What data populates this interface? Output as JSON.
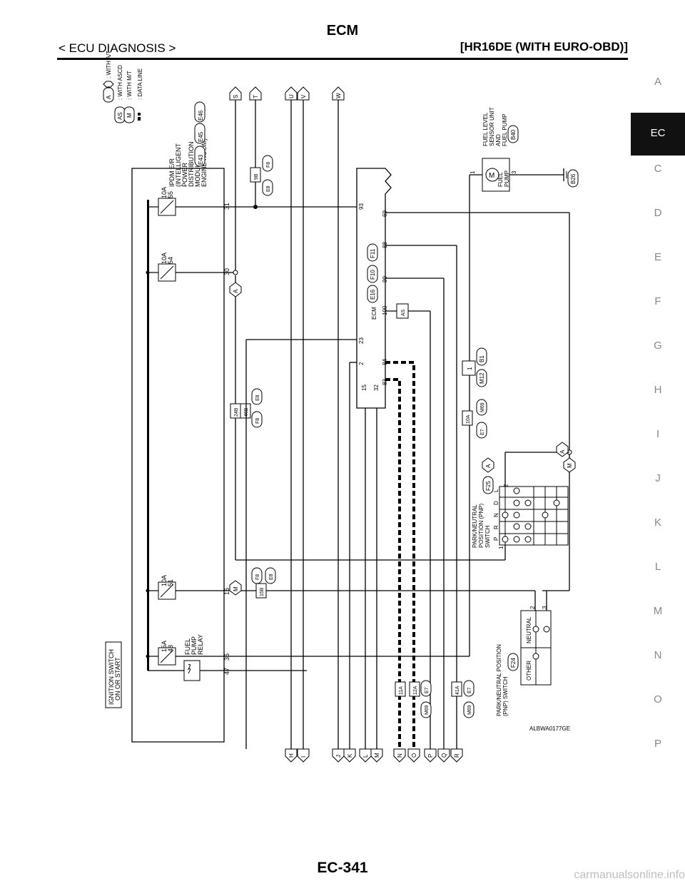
{
  "header": {
    "section_title": "ECM",
    "breadcrumb": "< ECU DIAGNOSIS >",
    "engine": "[HR16DE (WITH EURO-OBD)]"
  },
  "page_number": "EC-341",
  "watermark": "carmanualsonline.info",
  "side_tabs": [
    {
      "label": "A",
      "active": false
    },
    {
      "label": "EC",
      "active": true
    },
    {
      "label": "C",
      "active": false
    },
    {
      "label": "D",
      "active": false
    },
    {
      "label": "E",
      "active": false
    },
    {
      "label": "F",
      "active": false
    },
    {
      "label": "G",
      "active": false
    },
    {
      "label": "H",
      "active": false
    },
    {
      "label": "I",
      "active": false
    },
    {
      "label": "J",
      "active": false
    },
    {
      "label": "K",
      "active": false
    },
    {
      "label": "L",
      "active": false
    },
    {
      "label": "M",
      "active": false
    },
    {
      "label": "N",
      "active": false
    },
    {
      "label": "O",
      "active": false
    },
    {
      "label": "P",
      "active": false
    }
  ],
  "diagram": {
    "figure_id": "ALBWA0177GE",
    "legend": [
      {
        "tag": "A",
        "text": ": WITH A/T"
      },
      {
        "tag": "AS",
        "text": ": WITH ASCD"
      },
      {
        "tag": "M",
        "text": ": WITH M/T"
      },
      {
        "tag": "",
        "text": ": DATA LINE"
      }
    ],
    "ipdm": {
      "lines": [
        "IPDM E/R",
        "(INTELLIGENT",
        "POWER",
        "DISTRIBUTION",
        "MODULE",
        "ENGINE ROOM)"
      ],
      "connectors": [
        "E43",
        "E45",
        "E46"
      ],
      "fuses": [
        {
          "rating": "15A",
          "number": "48"
        },
        {
          "rating": "10A",
          "number": "51"
        },
        {
          "rating": "10A",
          "number": "54"
        },
        {
          "rating": "10A",
          "number": "55"
        }
      ],
      "terminals": [
        "47",
        "36",
        "16",
        "30",
        "31"
      ],
      "ignition_switch": [
        "IGNITION SWITCH",
        "ON OR START"
      ],
      "relay": [
        "FUEL",
        "PUMP",
        "RELAY"
      ]
    },
    "ecm": {
      "label": "ECM",
      "connectors": [
        "E16",
        "F10",
        "F11"
      ],
      "top_terminals": [
        "2",
        "23",
        "93"
      ],
      "bottom_terminals": [
        "15",
        "32",
        "83",
        "84",
        "100",
        "99",
        "88",
        "69"
      ]
    },
    "joints": [
      {
        "lines": [
          "24B",
          "46B"
        ],
        "connectors": [
          "F8",
          "E8"
        ]
      },
      {
        "lines": [
          "9B"
        ],
        "connectors": [
          "E8",
          "F8"
        ]
      },
      {
        "lines": [
          "15B"
        ],
        "connectors": [
          "F8",
          "E8"
        ]
      },
      {
        "lines": [
          "10A"
        ],
        "connectors": [
          "E7",
          "M69"
        ]
      },
      {
        "lines": [
          "11A",
          "12A"
        ],
        "connectors": [
          "M69",
          "E7"
        ]
      },
      {
        "lines": [
          "41A"
        ],
        "connectors": [
          "M69",
          "E7"
        ]
      }
    ],
    "chassis_connector": {
      "terminal": "1",
      "connectors": [
        "M12",
        "B1"
      ]
    },
    "fuel_level_sensor": {
      "lines": [
        "FUEL LEVEL",
        "SENSOR UNIT",
        "AND",
        "FUEL PUMP"
      ],
      "connector": "B40",
      "motor_label": [
        "FUEL",
        "PUMP"
      ],
      "terminals": [
        "1",
        "3"
      ],
      "ground": "B26"
    },
    "pnp_at": {
      "lines": [
        "PARK/NEUTRAL",
        "POSITION (PNP)",
        "SWITCH"
      ],
      "connector": "F25",
      "option": "A",
      "positions": [
        "P",
        "R",
        "N",
        "D",
        "L"
      ],
      "terminals": [
        "1",
        "2"
      ]
    },
    "pnp_mt": {
      "lines": [
        "PARK/NEUTRAL POSITION",
        "(PNP) SWITCH"
      ],
      "connector": "F24",
      "positions": [
        "OTHER",
        "NEUTRAL"
      ],
      "terminals": [
        "2",
        "3"
      ]
    },
    "option_tags": {
      "a1": "A",
      "m1": "M",
      "as": "AS",
      "a2": "A",
      "m2": "M"
    },
    "continuation_top": [
      "S",
      "T",
      "U",
      "V",
      "W"
    ],
    "continuation_bottom": [
      "H",
      "I",
      "J",
      "K",
      "L",
      "M",
      "N",
      "O",
      "P",
      "Q",
      "R"
    ]
  }
}
